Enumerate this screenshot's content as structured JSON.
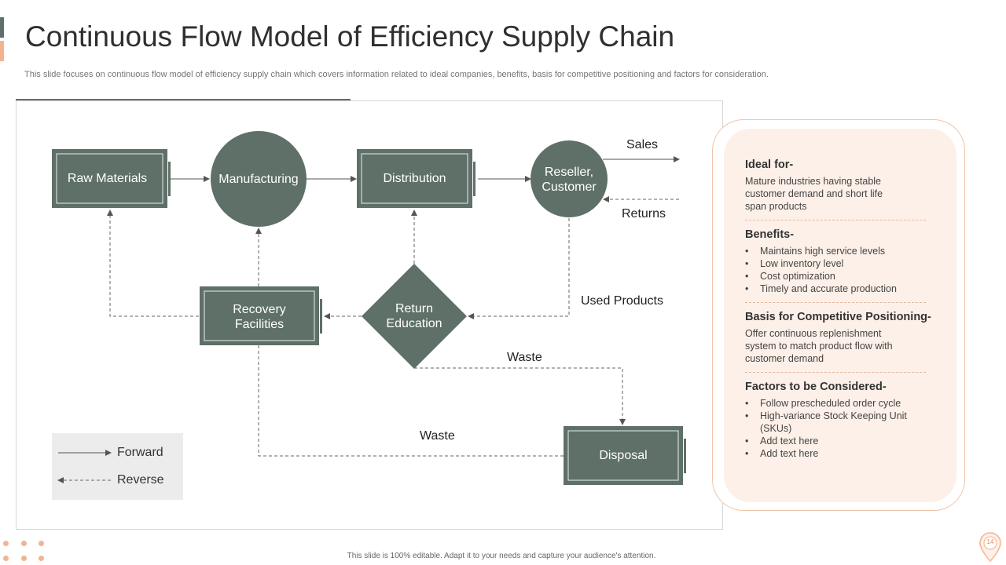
{
  "header": {
    "title": "Continuous Flow Model of Efficiency Supply Chain",
    "subtitle": "This slide focuses on continuous flow model of efficiency supply chain which covers information related to ideal companies, benefits, basis for competitive positioning and factors for consideration."
  },
  "diagram": {
    "nodes": {
      "raw_materials": "Raw Materials",
      "manufacturing": "Manufacturing",
      "distribution": "Distribution",
      "reseller": "Reseller,\nCustomer",
      "recovery": "Recovery\nFacilities",
      "return_education": "Return\nEducation",
      "disposal": "Disposal"
    },
    "labels": {
      "sales": "Sales",
      "returns": "Returns",
      "used_products": "Used Products",
      "waste_upper": "Waste",
      "waste_lower": "Waste"
    },
    "legend": {
      "forward": "Forward",
      "reverse": "Reverse"
    }
  },
  "panel": {
    "ideal_for": {
      "heading": "Ideal for-",
      "text": "Mature industries having stable customer demand and short life span products"
    },
    "benefits": {
      "heading": "Benefits-",
      "items": [
        "Maintains high service levels",
        "Low inventory level",
        "Cost optimization",
        "Timely and accurate production"
      ]
    },
    "basis": {
      "heading": "Basis for Competitive Positioning-",
      "text": "Offer continuous replenishment system to match product flow with customer demand"
    },
    "factors": {
      "heading": "Factors to be Considered-",
      "items": [
        "Follow prescheduled order cycle",
        "High-variance Stock Keeping Unit (SKUs)",
        "Add text here",
        "Add text here"
      ]
    }
  },
  "footer": {
    "note": "This slide is 100% editable. Adapt it to your needs and capture your audience's attention.",
    "page_number": "14"
  },
  "colors": {
    "node": "#5e7068",
    "accent_orange": "#f2b490",
    "panel_bg": "#fdf0e9"
  }
}
